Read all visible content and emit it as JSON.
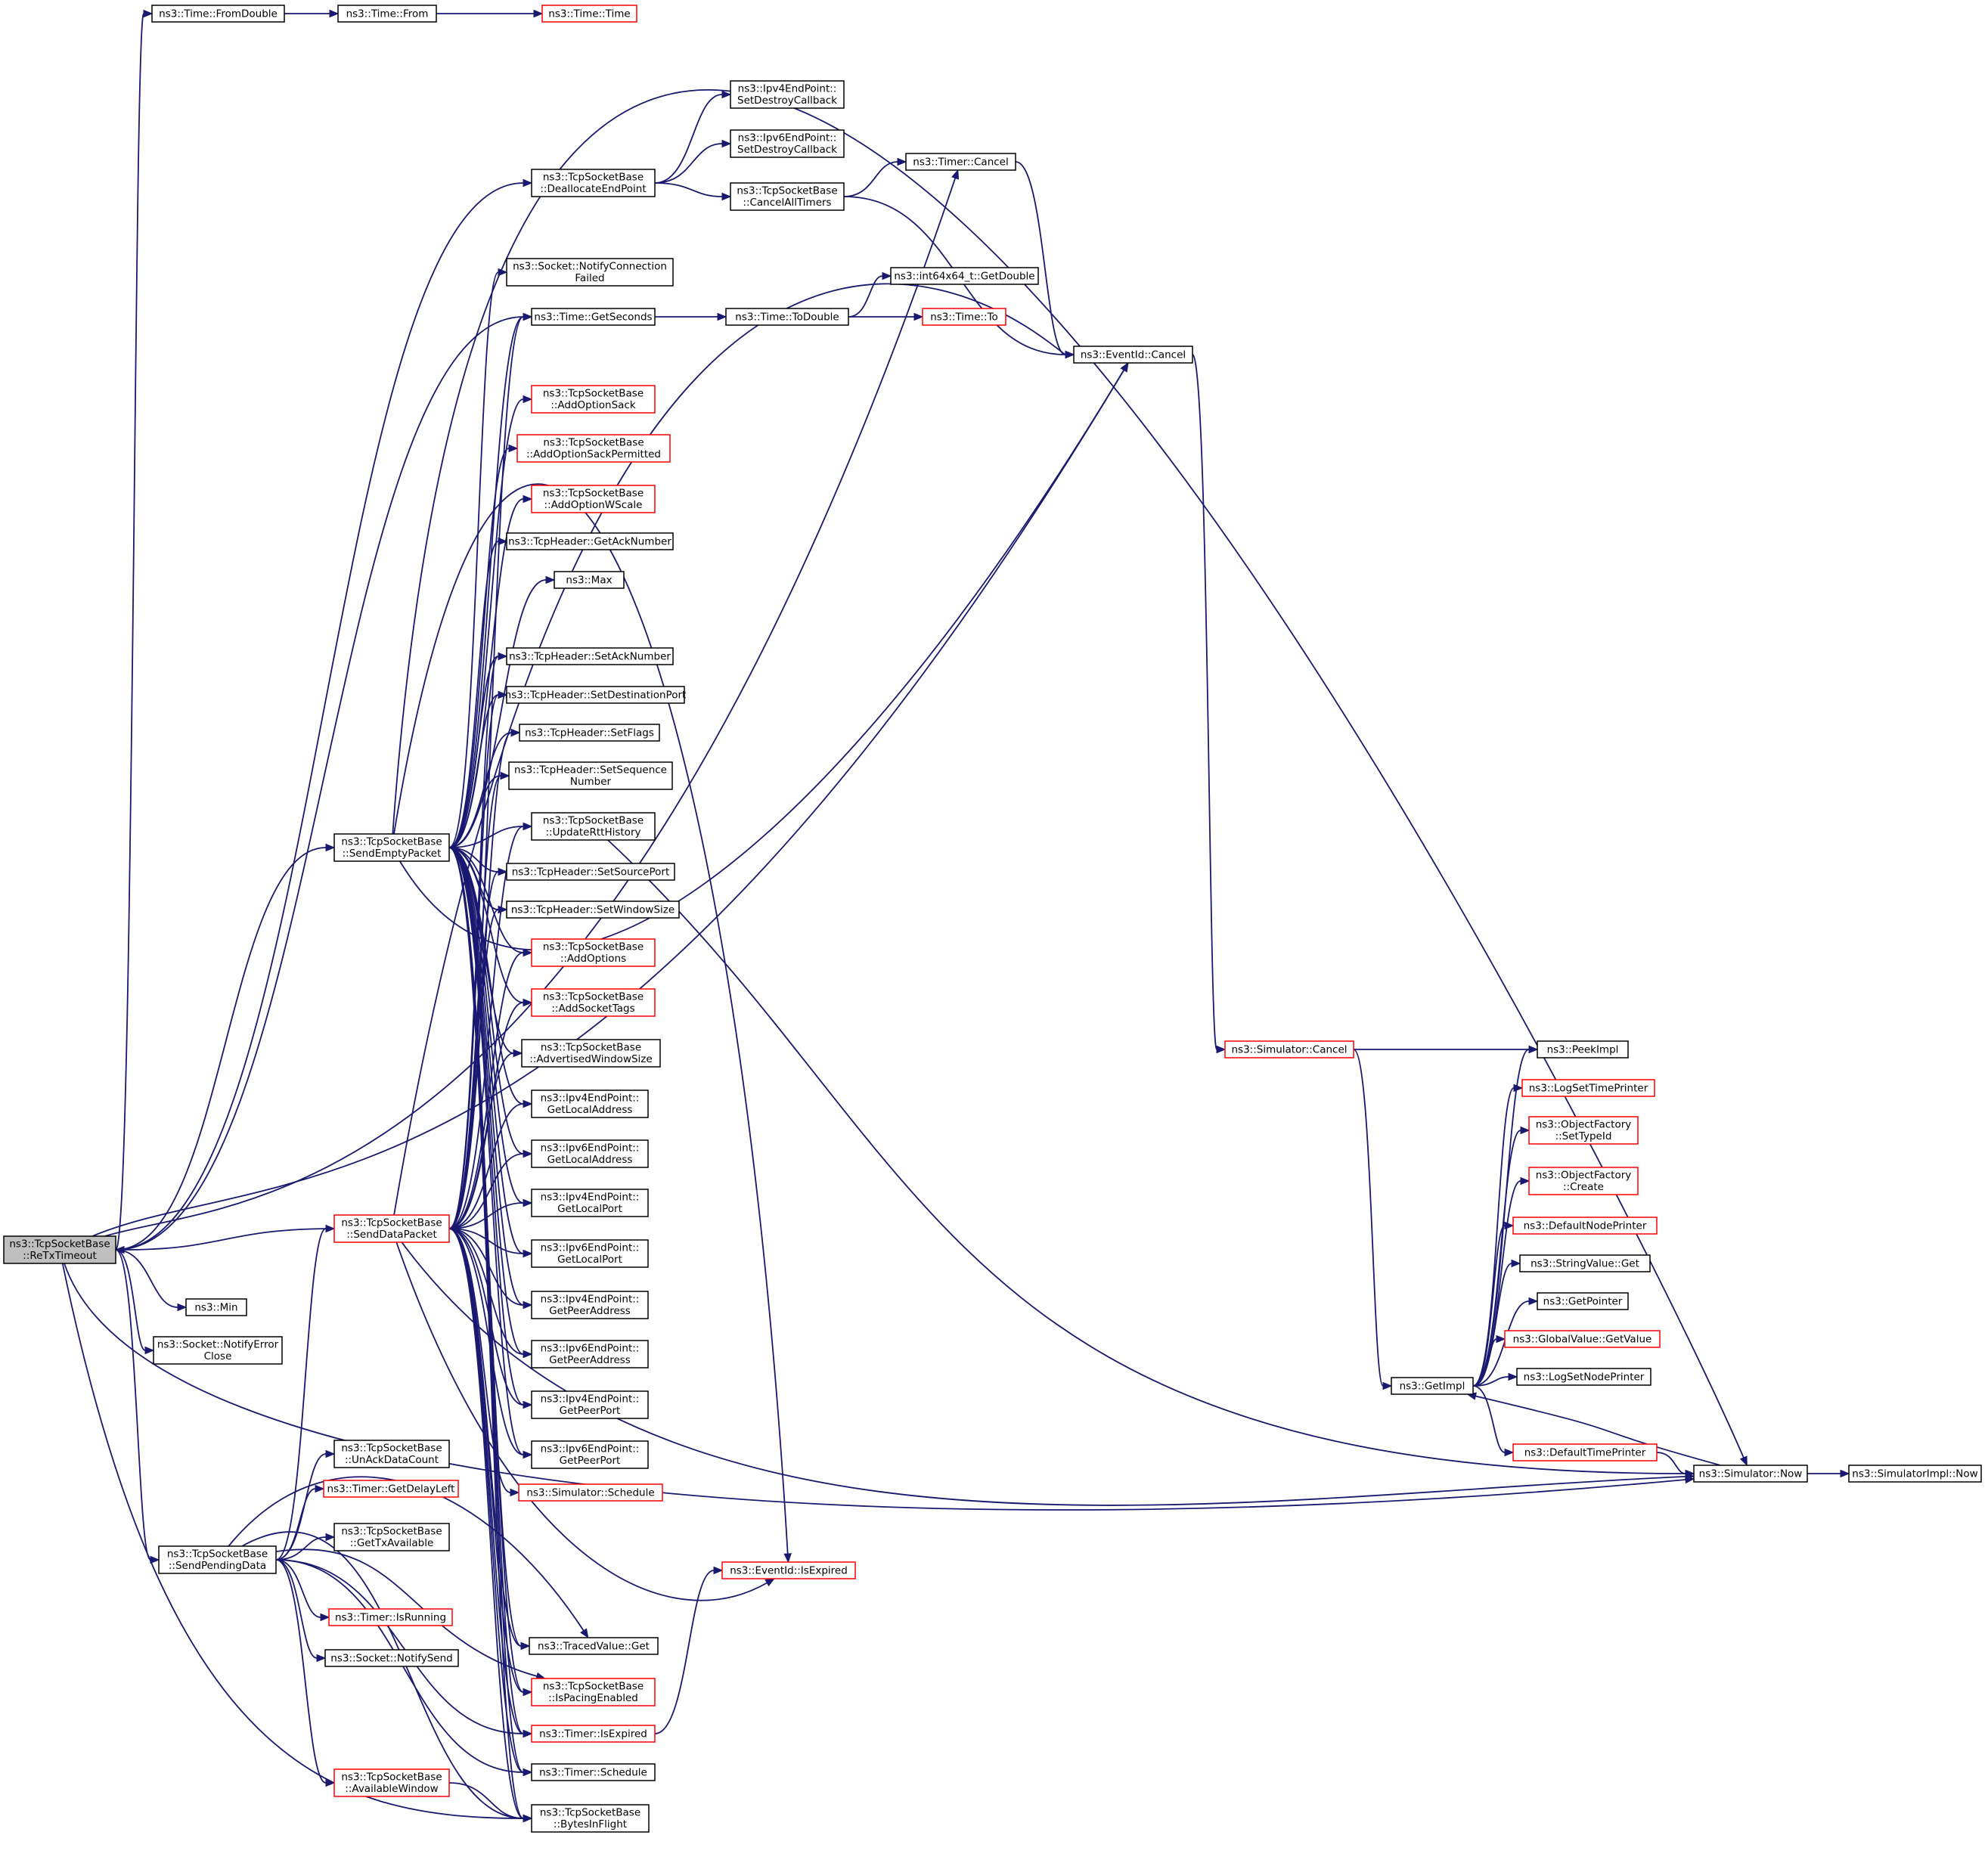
{
  "colors": {
    "edge": "#191970",
    "node_border": "#000000",
    "node_border_truncated": "#ff0000",
    "root_fill": "#bfbfbf",
    "node_fill": "#ffffff"
  },
  "nodes": [
    {
      "id": "retx",
      "lines": [
        "ns3::TcpSocketBase",
        "::ReTxTimeout"
      ],
      "truncated": false,
      "root": true
    },
    {
      "id": "fromdouble",
      "lines": [
        "ns3::Time::FromDouble"
      ],
      "truncated": false
    },
    {
      "id": "from",
      "lines": [
        "ns3::Time::From"
      ],
      "truncated": false
    },
    {
      "id": "timetime",
      "lines": [
        "ns3::Time::Time"
      ],
      "truncated": true
    },
    {
      "id": "dealloc",
      "lines": [
        "ns3::TcpSocketBase",
        "::DeallocateEndPoint"
      ],
      "truncated": false
    },
    {
      "id": "ipv4destroy",
      "lines": [
        "ns3::Ipv4EndPoint::",
        "SetDestroyCallback"
      ],
      "truncated": false
    },
    {
      "id": "ipv6destroy",
      "lines": [
        "ns3::Ipv6EndPoint::",
        "SetDestroyCallback"
      ],
      "truncated": false
    },
    {
      "id": "cancelall",
      "lines": [
        "ns3::TcpSocketBase",
        "::CancelAllTimers"
      ],
      "truncated": false
    },
    {
      "id": "timercancel",
      "lines": [
        "ns3::Timer::Cancel"
      ],
      "truncated": false
    },
    {
      "id": "notifyconnfailed",
      "lines": [
        "ns3::Socket::NotifyConnection",
        "Failed"
      ],
      "truncated": false
    },
    {
      "id": "getseconds",
      "lines": [
        "ns3::Time::GetSeconds"
      ],
      "truncated": false
    },
    {
      "id": "todouble",
      "lines": [
        "ns3::Time::ToDouble"
      ],
      "truncated": false
    },
    {
      "id": "int64getdouble",
      "lines": [
        "ns3::int64x64_t::GetDouble"
      ],
      "truncated": false
    },
    {
      "id": "timeto",
      "lines": [
        "ns3::Time::To"
      ],
      "truncated": true
    },
    {
      "id": "eventcancel",
      "lines": [
        "ns3::EventId::Cancel"
      ],
      "truncated": false
    },
    {
      "id": "addoptionsack",
      "lines": [
        "ns3::TcpSocketBase",
        "::AddOptionSack"
      ],
      "truncated": true
    },
    {
      "id": "addoptionsackperm",
      "lines": [
        "ns3::TcpSocketBase",
        "::AddOptionSackPermitted"
      ],
      "truncated": true
    },
    {
      "id": "addoptionwscale",
      "lines": [
        "ns3::TcpSocketBase",
        "::AddOptionWScale"
      ],
      "truncated": true
    },
    {
      "id": "getacknumber",
      "lines": [
        "ns3::TcpHeader::GetAckNumber"
      ],
      "truncated": false
    },
    {
      "id": "max",
      "lines": [
        "ns3::Max"
      ],
      "truncated": false
    },
    {
      "id": "setacknumber",
      "lines": [
        "ns3::TcpHeader::SetAckNumber"
      ],
      "truncated": false
    },
    {
      "id": "setdestport",
      "lines": [
        "ns3::TcpHeader::SetDestinationPort"
      ],
      "truncated": false
    },
    {
      "id": "setflags",
      "lines": [
        "ns3::TcpHeader::SetFlags"
      ],
      "truncated": false
    },
    {
      "id": "setseqnum",
      "lines": [
        "ns3::TcpHeader::SetSequence",
        "Number"
      ],
      "truncated": false
    },
    {
      "id": "updatertt",
      "lines": [
        "ns3::TcpSocketBase",
        "::UpdateRttHistory"
      ],
      "truncated": false
    },
    {
      "id": "sendempty",
      "lines": [
        "ns3::TcpSocketBase",
        "::SendEmptyPacket"
      ],
      "truncated": false
    },
    {
      "id": "setsrcport",
      "lines": [
        "ns3::TcpHeader::SetSourcePort"
      ],
      "truncated": false
    },
    {
      "id": "setwindowsize",
      "lines": [
        "ns3::TcpHeader::SetWindowSize"
      ],
      "truncated": false
    },
    {
      "id": "addoptions",
      "lines": [
        "ns3::TcpSocketBase",
        "::AddOptions"
      ],
      "truncated": true
    },
    {
      "id": "addsockettags",
      "lines": [
        "ns3::TcpSocketBase",
        "::AddSocketTags"
      ],
      "truncated": true
    },
    {
      "id": "advwindow",
      "lines": [
        "ns3::TcpSocketBase",
        "::AdvertisedWindowSize"
      ],
      "truncated": false
    },
    {
      "id": "ipv4localaddr",
      "lines": [
        "ns3::Ipv4EndPoint::",
        "GetLocalAddress"
      ],
      "truncated": false
    },
    {
      "id": "ipv6localaddr",
      "lines": [
        "ns3::Ipv6EndPoint::",
        "GetLocalAddress"
      ],
      "truncated": false
    },
    {
      "id": "ipv4localport",
      "lines": [
        "ns3::Ipv4EndPoint::",
        "GetLocalPort"
      ],
      "truncated": false
    },
    {
      "id": "senddata",
      "lines": [
        "ns3::TcpSocketBase",
        "::SendDataPacket"
      ],
      "truncated": true
    },
    {
      "id": "ipv6localport",
      "lines": [
        "ns3::Ipv6EndPoint::",
        "GetLocalPort"
      ],
      "truncated": false
    },
    {
      "id": "ipv4peeraddr",
      "lines": [
        "ns3::Ipv4EndPoint::",
        "GetPeerAddress"
      ],
      "truncated": false
    },
    {
      "id": "ipv6peeraddr",
      "lines": [
        "ns3::Ipv6EndPoint::",
        "GetPeerAddress"
      ],
      "truncated": false
    },
    {
      "id": "ipv4peerport",
      "lines": [
        "ns3::Ipv4EndPoint::",
        "GetPeerPort"
      ],
      "truncated": false
    },
    {
      "id": "ipv6peerport",
      "lines": [
        "ns3::Ipv6EndPoint::",
        "GetPeerPort"
      ],
      "truncated": false
    },
    {
      "id": "simschedule",
      "lines": [
        "ns3::Simulator::Schedule"
      ],
      "truncated": true
    },
    {
      "id": "min",
      "lines": [
        "ns3::Min"
      ],
      "truncated": false
    },
    {
      "id": "notifyerrorclose",
      "lines": [
        "ns3::Socket::NotifyError",
        "Close"
      ],
      "truncated": false
    },
    {
      "id": "unackdata",
      "lines": [
        "ns3::TcpSocketBase",
        "::UnAckDataCount"
      ],
      "truncated": false
    },
    {
      "id": "getdelayleft",
      "lines": [
        "ns3::Timer::GetDelayLeft"
      ],
      "truncated": true
    },
    {
      "id": "gettxavail",
      "lines": [
        "ns3::TcpSocketBase",
        "::GetTxAvailable"
      ],
      "truncated": false
    },
    {
      "id": "sendpending",
      "lines": [
        "ns3::TcpSocketBase",
        "::SendPendingData"
      ],
      "truncated": false
    },
    {
      "id": "eventisexpired",
      "lines": [
        "ns3::EventId::IsExpired"
      ],
      "truncated": true
    },
    {
      "id": "isrunning",
      "lines": [
        "ns3::Timer::IsRunning"
      ],
      "truncated": true
    },
    {
      "id": "tracedget",
      "lines": [
        "ns3::TracedValue::Get"
      ],
      "truncated": false
    },
    {
      "id": "notifysend",
      "lines": [
        "ns3::Socket::NotifySend"
      ],
      "truncated": false
    },
    {
      "id": "ispacing",
      "lines": [
        "ns3::TcpSocketBase",
        "::IsPacingEnabled"
      ],
      "truncated": true
    },
    {
      "id": "timerisexpired",
      "lines": [
        "ns3::Timer::IsExpired"
      ],
      "truncated": true
    },
    {
      "id": "timerschedule",
      "lines": [
        "ns3::Timer::Schedule"
      ],
      "truncated": false
    },
    {
      "id": "availwindow",
      "lines": [
        "ns3::TcpSocketBase",
        "::AvailableWindow"
      ],
      "truncated": true
    },
    {
      "id": "bytesinflight",
      "lines": [
        "ns3::TcpSocketBase",
        "::BytesInFlight"
      ],
      "truncated": false
    },
    {
      "id": "simcancel",
      "lines": [
        "ns3::Simulator::Cancel"
      ],
      "truncated": true
    },
    {
      "id": "getimpl",
      "lines": [
        "ns3::GetImpl"
      ],
      "truncated": false
    },
    {
      "id": "peekimpl",
      "lines": [
        "ns3::PeekImpl"
      ],
      "truncated": false
    },
    {
      "id": "logsettime",
      "lines": [
        "ns3::LogSetTimePrinter"
      ],
      "truncated": true
    },
    {
      "id": "ofsettypeid",
      "lines": [
        "ns3::ObjectFactory",
        "::SetTypeId"
      ],
      "truncated": true
    },
    {
      "id": "ofcreate",
      "lines": [
        "ns3::ObjectFactory",
        "::Create"
      ],
      "truncated": true
    },
    {
      "id": "defnodeprinter",
      "lines": [
        "ns3::DefaultNodePrinter"
      ],
      "truncated": true
    },
    {
      "id": "stringvalueget",
      "lines": [
        "ns3::StringValue::Get"
      ],
      "truncated": false
    },
    {
      "id": "getpointer",
      "lines": [
        "ns3::GetPointer"
      ],
      "truncated": false
    },
    {
      "id": "globalvalue",
      "lines": [
        "ns3::GlobalValue::GetValue"
      ],
      "truncated": true
    },
    {
      "id": "logsetnode",
      "lines": [
        "ns3::LogSetNodePrinter"
      ],
      "truncated": false
    },
    {
      "id": "deftimeprinter",
      "lines": [
        "ns3::DefaultTimePrinter"
      ],
      "truncated": true
    },
    {
      "id": "simnow",
      "lines": [
        "ns3::Simulator::Now"
      ],
      "truncated": false
    },
    {
      "id": "simimplnow",
      "lines": [
        "ns3::SimulatorImpl::Now"
      ],
      "truncated": false
    }
  ]
}
